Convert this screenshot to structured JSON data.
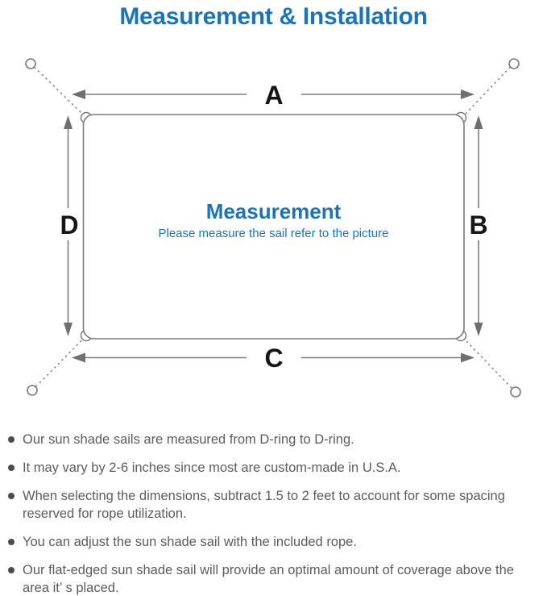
{
  "title": "Measurement & Installation",
  "diagram": {
    "center_title": "Measurement",
    "center_subtitle": "Please measure the sail refer to the picture",
    "labels": {
      "top": "A",
      "right": "B",
      "bottom": "C",
      "left": "D"
    }
  },
  "colors": {
    "accent_blue": "#1b74b8",
    "diagram_gray": "#7b7b7b",
    "label_black": "#161616",
    "note_gray": "#5c5c5c"
  },
  "notes": [
    "Our sun shade sails are measured from D-ring to D-ring.",
    "It may vary by 2-6 inches since most are custom-made in U.S.A.",
    "When selecting the dimensions, subtract 1.5 to 2 feet to account for some spacing reserved for rope utilization.",
    "You can adjust the sun shade sail with the included rope.",
    "Our flat-edged sun shade sail will provide an optimal amount of coverage above the area it’ s placed."
  ]
}
